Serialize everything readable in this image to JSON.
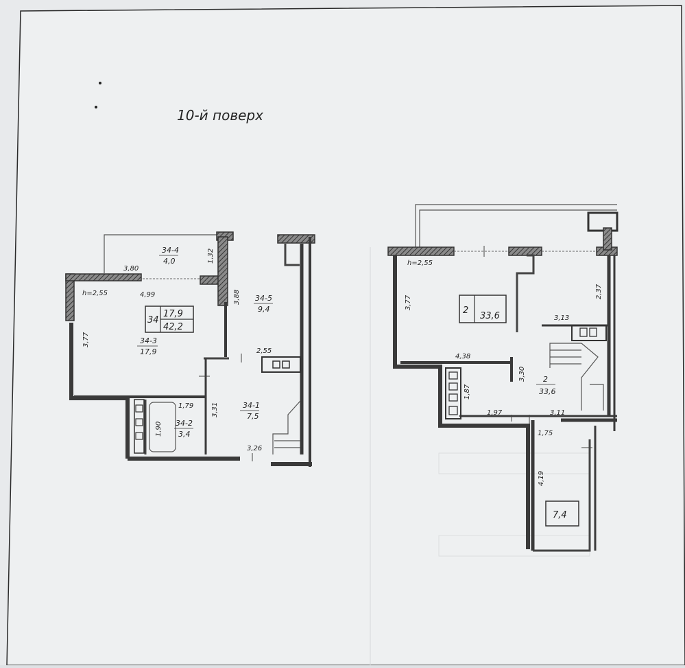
{
  "sheet": {
    "title": "10-й поверх"
  },
  "plan_left": {
    "height_note": "h=2,55",
    "apartment": {
      "number": "34",
      "living_area": "17,9",
      "total_area": "42,2"
    },
    "rooms": [
      {
        "id": "34-4",
        "area": "4,0"
      },
      {
        "id": "34-5",
        "area": "9,4"
      },
      {
        "id": "34-3",
        "area": "17,9"
      },
      {
        "id": "34-1",
        "area": "7,5"
      },
      {
        "id": "34-2",
        "area": "3,4"
      }
    ],
    "dimensions": {
      "d380": "3,80",
      "d132": "1,32",
      "d499": "4,99",
      "d388": "3,88",
      "d377": "3,77",
      "d255": "2,55",
      "d331": "3,31",
      "d179": "1,79",
      "d190": "1,90",
      "d326": "3,26"
    }
  },
  "plan_right": {
    "height_note": "h=2,55",
    "level_box": {
      "number": "2",
      "area": "33,6"
    },
    "rooms": [
      {
        "id": "2",
        "area": "33,6"
      },
      {
        "id": "",
        "area": "7,4"
      }
    ],
    "dimensions": {
      "d377": "3,77",
      "d237": "2,37",
      "d313": "3,13",
      "d438": "4,38",
      "d330": "3,30",
      "d187": "1,87",
      "d197": "1,97",
      "d311": "3,11",
      "d175": "1,75",
      "d419": "4,19"
    }
  }
}
